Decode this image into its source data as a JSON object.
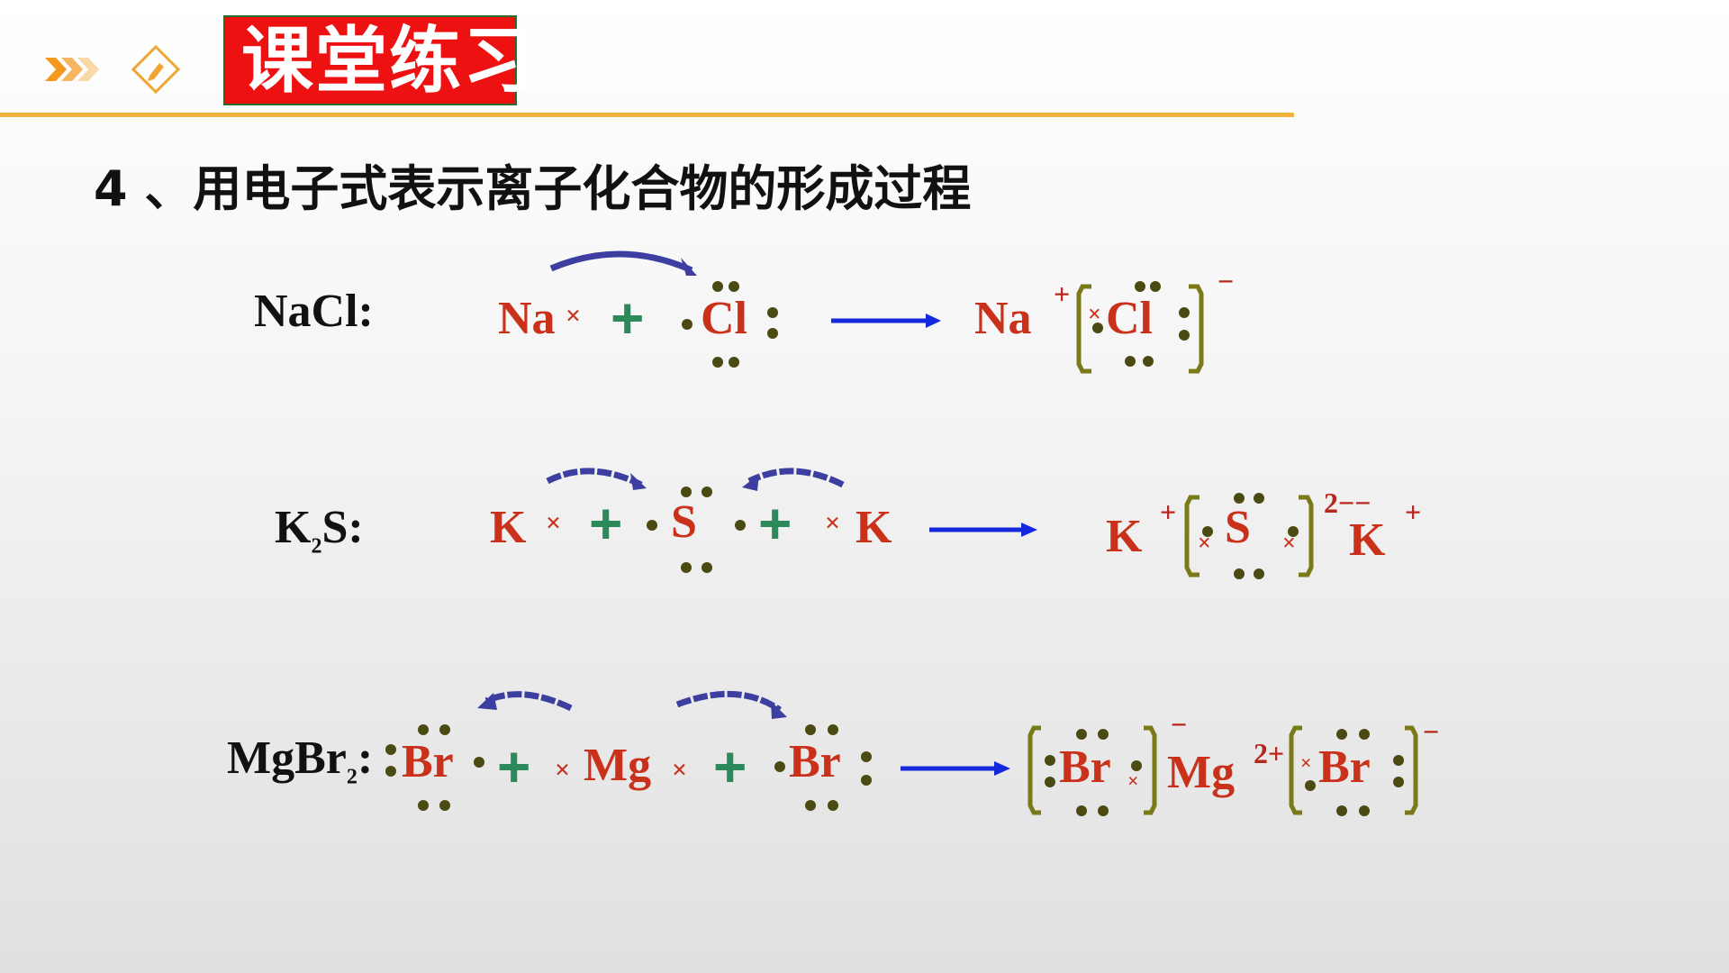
{
  "header": {
    "title": "课堂练习",
    "question": "4 、用电子式表示离子化合物的形成过程"
  },
  "rows": {
    "nacl": {
      "label": "NaCl:",
      "na": "Na",
      "cl": "Cl",
      "plus": "+",
      "prod_na": "Na",
      "prod_cl": "Cl",
      "charge_pos": "+",
      "charge_neg": "−"
    },
    "k2s": {
      "label_k": "K",
      "label_sub": "2",
      "label_s": "S:",
      "k1": "K",
      "s": "S",
      "k2": "K",
      "plus": "+",
      "prod_k1": "K",
      "prod_s": "S",
      "prod_k2": "K",
      "charge_k1": "+",
      "charge_s": "2−−",
      "charge_k2": "+"
    },
    "mgbr2": {
      "label_main": "MgBr",
      "label_sub": "2",
      "label_colon": ":",
      "br1": "Br",
      "mg": "Mg",
      "br2": "Br",
      "plus": "+",
      "prod_br1": "Br",
      "prod_mg": "Mg",
      "prod_br2": "Br",
      "charge_br1": "−",
      "charge_mg": "2+",
      "charge_br2": "−"
    }
  },
  "colors": {
    "element": "#c9311b",
    "plus": "#2c8a5a",
    "arrow": "#1428e0",
    "curve": "#3c3fa0",
    "bracket": "#7a7a18",
    "dot": "#4a4a12",
    "title_bg": "#ee1111",
    "rule": "#f0b43c"
  },
  "icons": [
    "chevrons-icon",
    "diamond-pencil-icon"
  ]
}
